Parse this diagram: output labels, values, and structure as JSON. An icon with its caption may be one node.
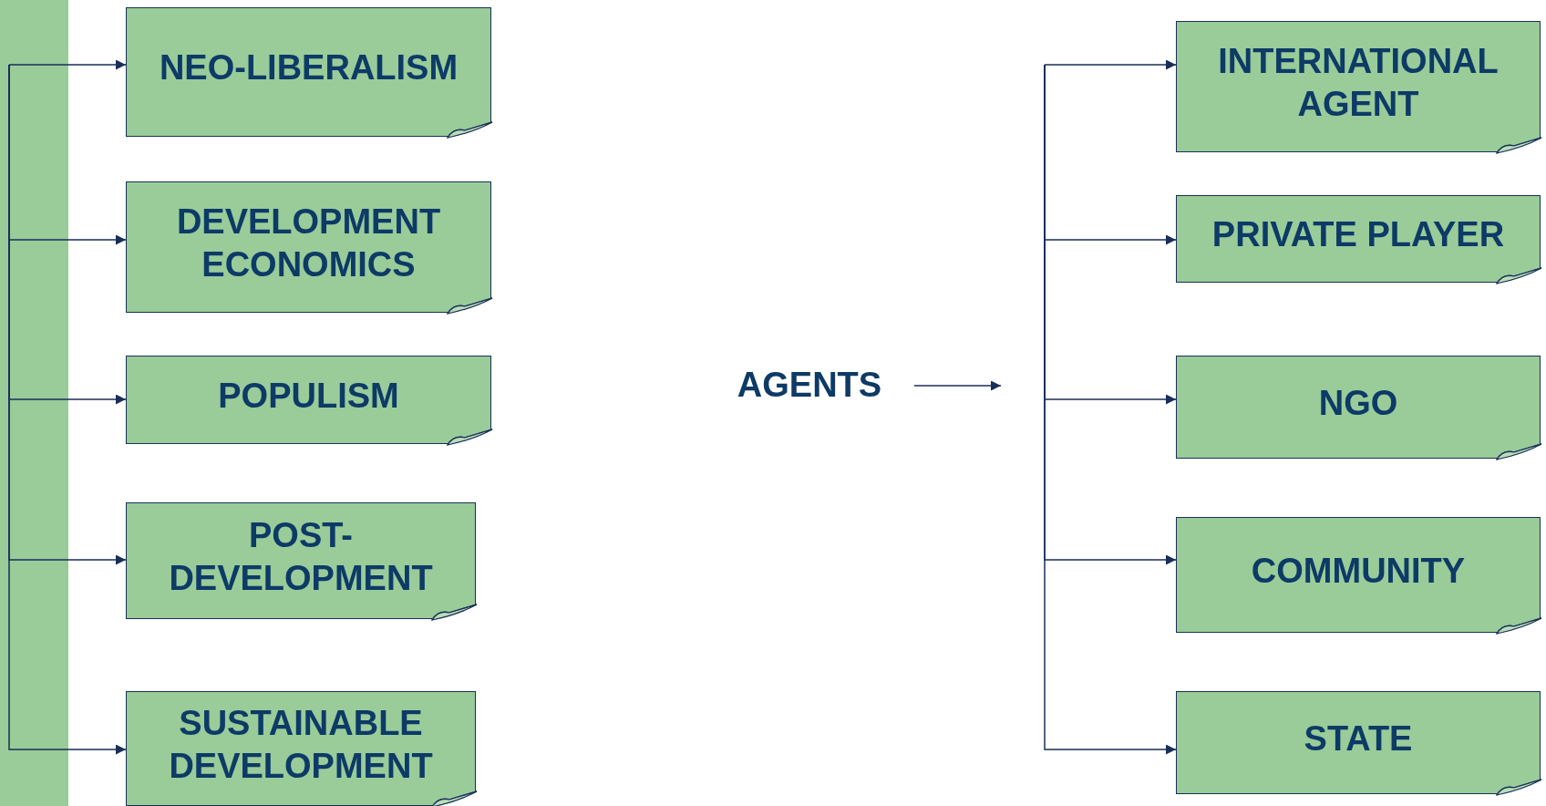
{
  "diagram": {
    "nodes": [
      {
        "text": [
          "NEO-LIBERALISM"
        ]
      },
      {
        "text": [
          "DEVELOPMENT ECONOMICS"
        ]
      },
      {
        "text": [
          "POPULISM"
        ]
      },
      {
        "text": [
          "POST- DEVELOPMENT"
        ]
      },
      {
        "text": [
          "SUSTAINABLE DEVELOPMENT"
        ]
      },
      {
        "text": [
          "AGENTS"
        ]
      },
      {
        "text": [
          "INTERNATIONAL AGENT"
        ]
      },
      {
        "text": [
          "PRIVATE PLAYER"
        ]
      },
      {
        "text": [
          "NGO"
        ]
      },
      {
        "text": [
          "COMMUNITY"
        ]
      },
      {
        "text": [
          "STATE"
        ]
      },
      {
        "text": [],
        "shape": "bar"
      }
    ],
    "edges": [
      {
        "from": 11,
        "to": 0,
        "arrow": "to"
      },
      {
        "from": 11,
        "to": 1,
        "arrow": "to"
      },
      {
        "from": 11,
        "to": 2,
        "arrow": "to"
      },
      {
        "from": 11,
        "to": 3,
        "arrow": "to"
      },
      {
        "from": 11,
        "to": 4,
        "arrow": "to"
      },
      {
        "from": 5,
        "to": null,
        "arrow": "to"
      },
      {
        "from": null,
        "to": 6,
        "arrow": "to"
      },
      {
        "from": null,
        "to": 7,
        "arrow": "to"
      },
      {
        "from": null,
        "to": 8,
        "arrow": "to"
      },
      {
        "from": null,
        "to": 9,
        "arrow": "to"
      },
      {
        "from": null,
        "to": 10,
        "arrow": "to"
      }
    ]
  }
}
